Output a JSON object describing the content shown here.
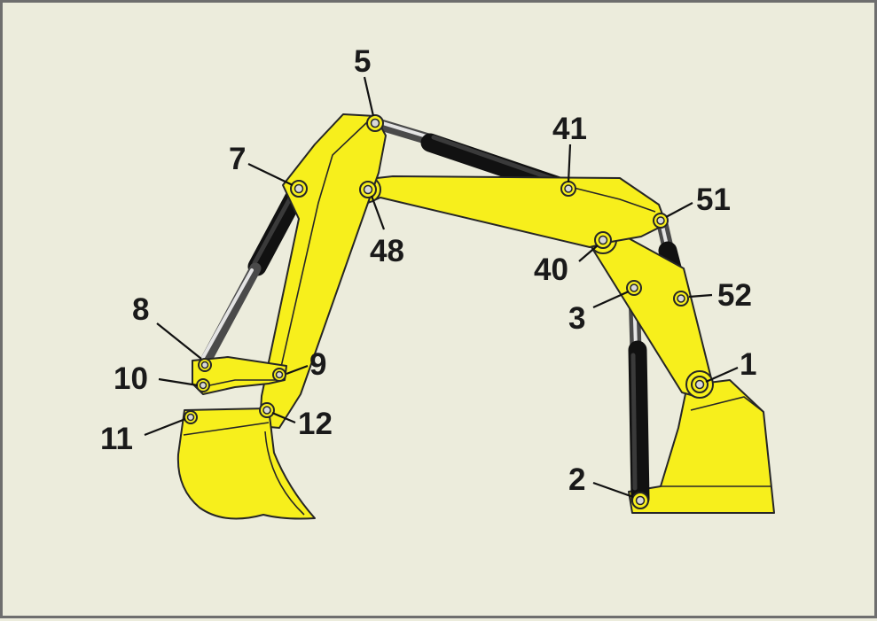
{
  "diagram": {
    "labels": [
      {
        "id": "1",
        "text": "1"
      },
      {
        "id": "2",
        "text": "2"
      },
      {
        "id": "3",
        "text": "3"
      },
      {
        "id": "5",
        "text": "5"
      },
      {
        "id": "7",
        "text": "7"
      },
      {
        "id": "8",
        "text": "8"
      },
      {
        "id": "9",
        "text": "9"
      },
      {
        "id": "10",
        "text": "10"
      },
      {
        "id": "11",
        "text": "11"
      },
      {
        "id": "12",
        "text": "12"
      },
      {
        "id": "40",
        "text": "40"
      },
      {
        "id": "41",
        "text": "41"
      },
      {
        "id": "48",
        "text": "48"
      },
      {
        "id": "51",
        "text": "51"
      },
      {
        "id": "52",
        "text": "52"
      }
    ],
    "colors": {
      "background": "#ececdc",
      "body": "#f7ef1c",
      "cylinder_barrel": "#111111",
      "piston_rod": "#9a9a9a",
      "outline": "#262626"
    }
  }
}
